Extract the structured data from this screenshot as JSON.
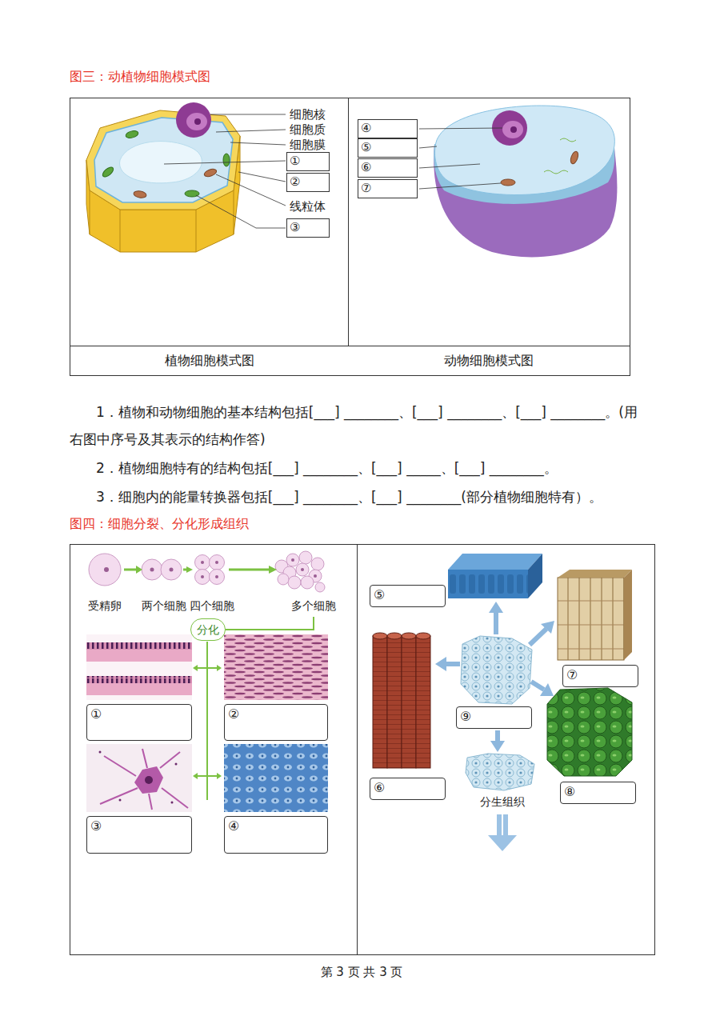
{
  "diagram": {
    "title": "图三：动植物细胞模式图",
    "nodes": [
      {
        "text": [
          "①"
        ]
      },
      {
        "text": [
          "②"
        ]
      },
      {
        "text": [
          "③"
        ]
      },
      {
        "text": [
          "④"
        ]
      },
      {
        "text": [
          "⑤"
        ]
      },
      {
        "text": [
          "⑥"
        ]
      },
      {
        "text": [
          "⑦"
        ]
      },
      {
        "text": [
          "植物细胞模式图"
        ]
      },
      {
        "text": [
          "动物细胞模式图"
        ]
      },
      {
        "text": [
          "分化"
        ]
      },
      {
        "text": [
          "①"
        ]
      },
      {
        "text": [
          "②"
        ]
      },
      {
        "text": [
          "③"
        ]
      },
      {
        "text": [
          "④"
        ]
      },
      {
        "text": [
          "⑤"
        ]
      },
      {
        "text": [
          "⑥"
        ]
      },
      {
        "text": [
          "⑦"
        ]
      },
      {
        "text": [
          "⑧"
        ]
      },
      {
        "text": [
          "⑨"
        ]
      }
    ],
    "labels": [
      "细胞核",
      "细胞质",
      "细胞膜",
      "线粒体",
      "1．植物和动物细胞的基本结构包括[___] ________、[___] ________、[___] ________。(用右图中序号及其表示的结构作答)",
      "2．植物细胞特有的结构包括[___] ________、[___] _____、[___] ________。",
      "3．细胞内的能量转换器包括[___] ________、[___] ________(部分植物细胞特有）。",
      "图四：细胞分裂、分化形成组织",
      "受精卵",
      "两个细胞",
      "四个细胞",
      "多个细胞",
      "分生组织",
      "第 3 页 共 3 页"
    ]
  }
}
